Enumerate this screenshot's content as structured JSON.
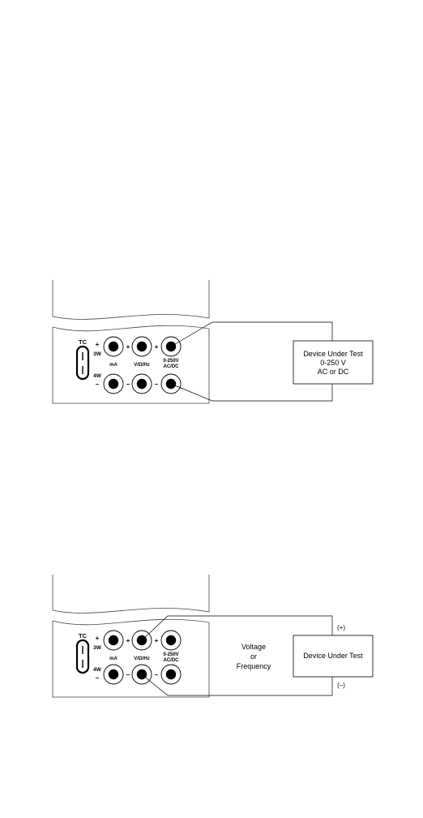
{
  "diagram_1": {
    "terminals": {
      "tc": "TC",
      "plus": "+",
      "minus": "–",
      "three_wire": "3W",
      "four_wire": "4W",
      "ma": "mA",
      "v_ohm_hz": "V/Ω/Hz",
      "range_line1": "0-250V",
      "range_line2": "AC/DC"
    },
    "device_box": {
      "line1": "Device Under Test",
      "line2": "0-250 V",
      "line3": "AC or DC"
    }
  },
  "diagram_2": {
    "terminals": {
      "tc": "TC",
      "plus": "+",
      "minus": "–",
      "three_wire": "3W",
      "four_wire": "4W",
      "ma": "mA",
      "v_ohm_hz": "V/Ω/Hz",
      "range_line1": "0-250V",
      "range_line2": "AC/DC"
    },
    "signal_label": {
      "line1": "Voltage",
      "line2": "or",
      "line3": "Frequency"
    },
    "device_box": {
      "line1": "Device Under Test"
    },
    "polarity_plus": "(+)",
    "polarity_minus": "(–)"
  }
}
